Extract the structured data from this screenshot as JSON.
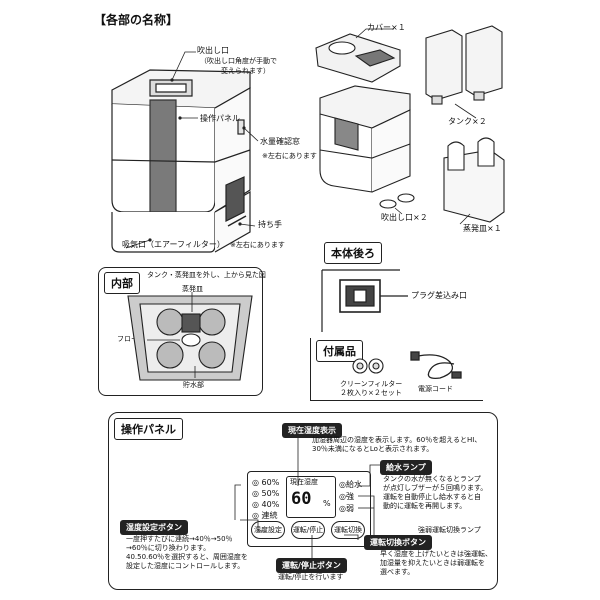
{
  "title": "【各部の名称】",
  "main_unit": {
    "outlet_label": "吹出し口",
    "outlet_note_1": "（吹出し口角度が手動で",
    "outlet_note_2": "変えられます）",
    "panel_label": "操作パネル",
    "water_window_label": "水量確認窓",
    "both_sides_note": "※左右にあります",
    "handle_label": "持ち手",
    "intake_label": "吸気口（エアーフィルター）",
    "intake_note": "※左右にあります"
  },
  "parts": {
    "cover_label": "カバー×１",
    "tank_label": "タンク×２",
    "outlet_label": "吹出し口×２",
    "tray_label": "蒸発皿×１"
  },
  "back": {
    "tab": "本体後ろ",
    "plug_label": "プラグ差込み口"
  },
  "inside": {
    "tab": "内部",
    "caption": "タンク・蒸発皿を外し、上から見た図",
    "tray_label": "蒸発皿",
    "float_label": "フロート",
    "reservoir_label": "貯水部"
  },
  "accessories": {
    "tab": "付属品",
    "filter_label_1": "クリーンフィルター",
    "filter_label_2": "２枚入り×２セット",
    "cord_label": "電源コード"
  },
  "panel": {
    "tab": "操作パネル",
    "humidity_display_tag": "現在湿度表示",
    "humidity_display_desc_1": "加湿器周辺の湿度を表示します。60％を超えるとHI、",
    "humidity_display_desc_2": "30％未満になるとLoと表示されます。",
    "levels": [
      "60%",
      "50%",
      "40%",
      "連続"
    ],
    "display_caption": "現在湿度",
    "display_value": "60",
    "display_unit": "%",
    "modes": [
      "給水",
      "強",
      "弱"
    ],
    "btn_humidity": "湿度設定",
    "btn_power": "運転/停止",
    "btn_mode": "運転切換",
    "water_lamp_tag": "給水ランプ",
    "water_lamp_desc": [
      "タンクの水が無くなるとランプ",
      "が点灯しブザーが５回鳴ります。",
      "運転を自動停止し給水すると自",
      "動的に運転を再開します。"
    ],
    "mode_lamp_tag": "強弱運転切換ランプ",
    "mode_tag": "運転切換ボタン",
    "mode_desc": [
      "早く湿度を上げたいときは強運転、",
      "加湿量を抑えたいときは弱運転を",
      "選べます。"
    ],
    "humidity_btn_tag": "湿度設定ボタン",
    "humidity_btn_desc": [
      "一度押すたびに連続→40％→50％",
      "→60％に切り換わります。",
      "40.50.60％を選択すると、周囲湿度を",
      "設定した湿度にコントロールします。"
    ],
    "power_tag": "運転/停止ボタン",
    "power_desc": "運転/停止を行います"
  }
}
